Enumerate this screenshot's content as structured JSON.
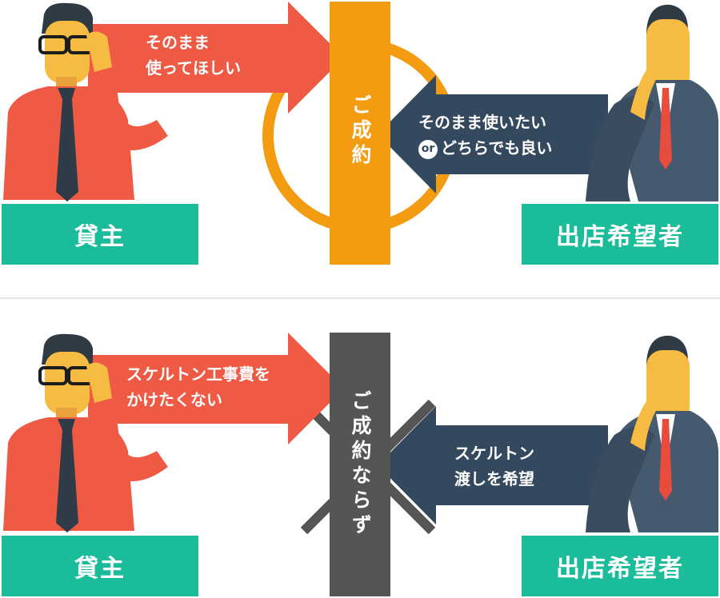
{
  "top": {
    "landlord_label": "貸主",
    "tenant_label": "出店希望者",
    "pillar_text": "ご成約",
    "landlord_arrow": {
      "line1": "そのまま",
      "line2": "使ってほしい"
    },
    "tenant_arrow": {
      "line1": "そのまま使いたい",
      "or": "or",
      "line2": "どちらでも良い"
    }
  },
  "bottom": {
    "landlord_label": "貸主",
    "tenant_label": "出店希望者",
    "pillar_text": "ご成約ならず",
    "landlord_arrow": {
      "line1": "スケルトン工事費を",
      "line2": "かけたくない"
    },
    "tenant_arrow": {
      "line1": "スケルトン",
      "line2": "渡しを希望"
    }
  },
  "colors": {
    "accent_green": "#1bbc9a",
    "arrow_red": "#ef5a44",
    "arrow_navy": "#34495e",
    "pillar_success": "#f39c12",
    "pillar_fail": "#555555",
    "ring_orange": "#f39c12",
    "cross_gray": "#555555"
  },
  "icons": {
    "landlord": "man-adjusting-glasses-icon",
    "tenant": "thinking-businessman-icon",
    "success": "ring-icon",
    "fail": "cross-icon"
  }
}
